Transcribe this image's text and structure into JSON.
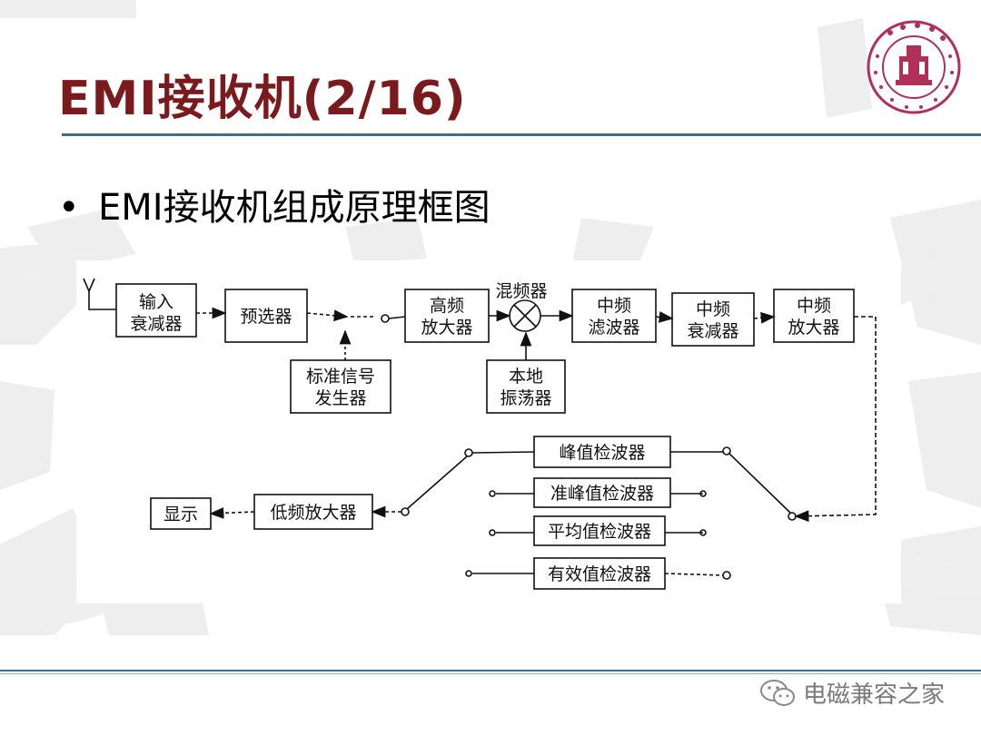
{
  "slide": {
    "title": "EMI接收机(2/16)",
    "bullet": "EMI接收机组成原理框图",
    "watermark": "电磁兼容之家"
  },
  "diagram": {
    "blocks": {
      "input_attenuator": [
        "输入",
        "衰减器"
      ],
      "preselector": [
        "预选器"
      ],
      "std_signal_gen": [
        "标准信号",
        "发生器"
      ],
      "rf_amp": [
        "高频",
        "放大器"
      ],
      "mixer_label": [
        "混频器"
      ],
      "local_osc": [
        "本地",
        "振荡器"
      ],
      "if_filter": [
        "中频",
        "滤波器"
      ],
      "if_attenuator": [
        "中频",
        "衰减器"
      ],
      "if_amp": [
        "中频",
        "放大器"
      ],
      "peak_detector": [
        "峰值检波器"
      ],
      "qp_detector": [
        "准峰值检波器"
      ],
      "avg_detector": [
        "平均值检波器"
      ],
      "rms_detector": [
        "有效值检波器"
      ],
      "lf_amp": [
        "低频放大器"
      ],
      "display": [
        "显示"
      ]
    }
  }
}
